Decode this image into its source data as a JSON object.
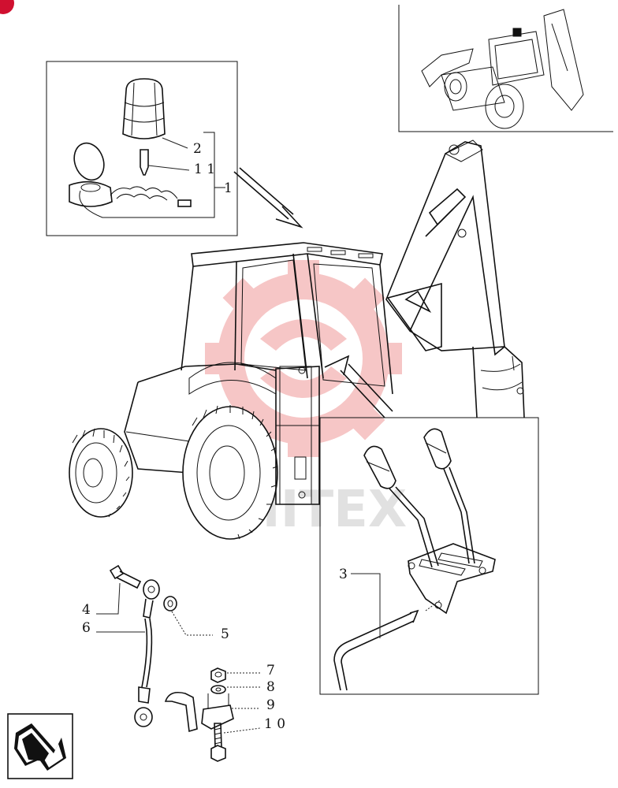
{
  "labels": {
    "p1": "1",
    "p2": "2",
    "p3": "3",
    "p4": "4",
    "p5": "5",
    "p6": "6",
    "p7": "7",
    "p8": "8",
    "p9": "9",
    "p10": "1 0",
    "p11": "1 1"
  },
  "watermark": {
    "text": "MITEX",
    "color": "#f3b3b3"
  },
  "icons": {
    "corner_badge": "red-circle-icon",
    "navigation": "return-arrow-icon"
  }
}
